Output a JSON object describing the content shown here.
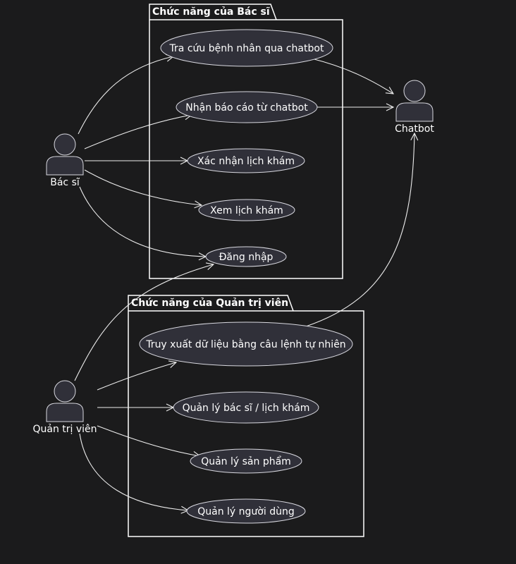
{
  "packages": {
    "doctor": {
      "title": "Chức năng của Bác sĩ"
    },
    "admin": {
      "title": "Chức năng của Quản trị viên"
    }
  },
  "actors": {
    "doctor": {
      "label": "Bác sĩ"
    },
    "admin": {
      "label": "Quản trị viên"
    },
    "chatbot": {
      "label": "Chatbot"
    }
  },
  "use_cases": {
    "lookup": "Tra cứu bệnh nhân qua chatbot",
    "report": "Nhận báo cáo từ chatbot",
    "confirm": "Xác nhận lịch khám",
    "view": "Xem lịch khám",
    "login": "Đăng nhập",
    "query": "Truy xuất dữ liệu bằng câu lệnh tự nhiên",
    "manage_doctors": "Quản lý bác sĩ / lịch khám",
    "manage_products": "Quản lý sản phẩm",
    "manage_users": "Quản lý người dùng"
  },
  "colors": {
    "background": "#1b1b1c",
    "shape_fill": "#303039",
    "line": "#ededed"
  }
}
